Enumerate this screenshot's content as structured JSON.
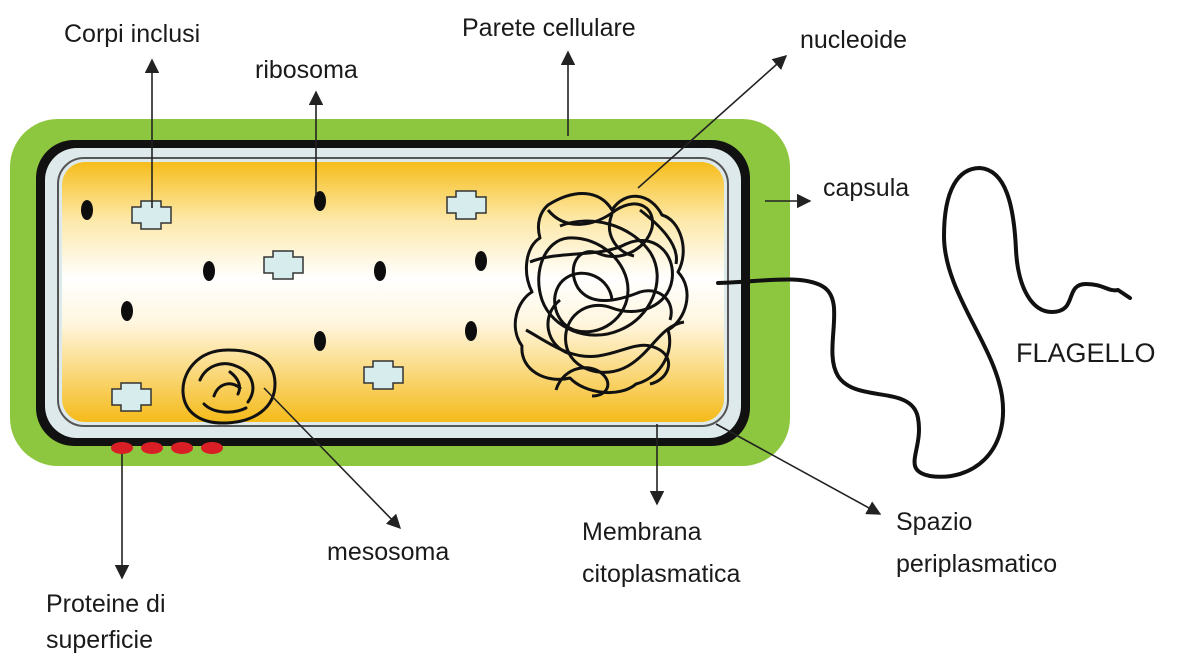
{
  "diagram": {
    "labels": {
      "corpi_inclusi": "Corpi inclusi",
      "ribosoma": "ribosoma",
      "parete_cellulare": "Parete cellulare",
      "nucleoide": "nucleoide",
      "capsula": "capsula",
      "flagello": "FLAGELLO",
      "mesosoma": "mesosoma",
      "membrana_line1": "Membrana",
      "membrana_line2": "citoplasmatica",
      "spazio_line1": "Spazio",
      "spazio_line2": "periplasmatico",
      "proteine_line1": "Proteine di",
      "proteine_line2": "superficie"
    },
    "colors": {
      "capsule": "#8dc63f",
      "wall": "#111111",
      "periplasm": "#dde9ea",
      "cytoplasm_edge": "#f7c11a",
      "cytoplasm_center": "#ffffff",
      "inclusion_fill": "#d7ecec",
      "surface_protein": "#d81f26"
    }
  }
}
